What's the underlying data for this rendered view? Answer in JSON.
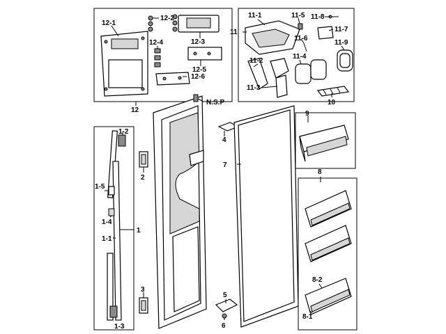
{
  "diagram": {
    "labels": {
      "l12": "12",
      "l12_1": "12-1",
      "l12_2": "12-2",
      "l12_3": "12-3",
      "l12_4": "12-4",
      "l12_5": "12-5",
      "l12_6": "12-6",
      "l11": "11",
      "l11_1": "11-1",
      "l11_2": "11-2",
      "l11_3": "11-3",
      "l11_4": "11-4",
      "l11_5": "11-5",
      "l11_6": "11-6",
      "l11_7": "11-7",
      "l11_8": "11-8",
      "l11_9": "11-9",
      "l10": "10",
      "lnsp": "N.S.P",
      "l4": "4",
      "l7": "7",
      "l9": "9",
      "l8": "8",
      "l8_1": "8-1",
      "l8_2": "8-2",
      "l1": "1",
      "l1_1": "1-1",
      "l1_2": "1-2",
      "l1_3": "1-3",
      "l1_4": "1-4",
      "l1_5": "1-5",
      "l2": "2",
      "l3": "3",
      "l5": "5",
      "l6": "6"
    }
  }
}
